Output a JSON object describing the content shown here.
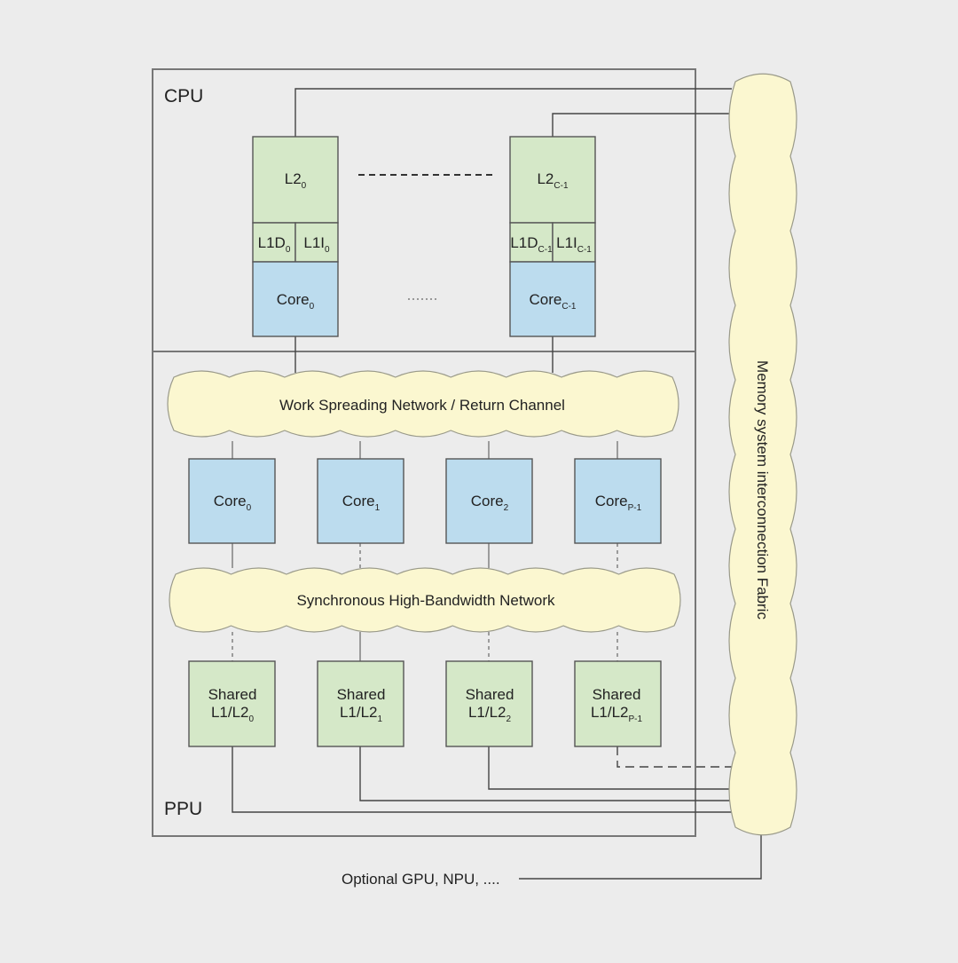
{
  "cpu": {
    "label": "CPU",
    "cores": [
      {
        "l2": {
          "base": "L2",
          "sub": "0"
        },
        "l1d": {
          "base": "L1D",
          "sub": "0"
        },
        "l1i": {
          "base": "L1I",
          "sub": "0"
        },
        "core": {
          "base": "Core",
          "sub": "0"
        }
      },
      {
        "l2": {
          "base": "L2",
          "sub": "C-1"
        },
        "l1d": {
          "base": "L1D",
          "sub": "C-1"
        },
        "l1i": {
          "base": "L1I",
          "sub": "C-1"
        },
        "core": {
          "base": "Core",
          "sub": "C-1"
        }
      }
    ],
    "l2_ellipsis": "------------",
    "core_ellipsis": "......"
  },
  "work_network": {
    "label": "Work Spreading Network / Return Channel"
  },
  "ppu": {
    "label": "PPU",
    "cores": [
      {
        "base": "Core",
        "sub": "0"
      },
      {
        "base": "Core",
        "sub": "1"
      },
      {
        "base": "Core",
        "sub": "2"
      },
      {
        "base": "Core",
        "sub": "P-1"
      }
    ],
    "shared": [
      {
        "line1": "Shared",
        "base": "L1/L2",
        "sub": "0"
      },
      {
        "line1": "Shared",
        "base": "L1/L2",
        "sub": "1"
      },
      {
        "line1": "Shared",
        "base": "L1/L2",
        "sub": "2"
      },
      {
        "line1": "Shared",
        "base": "L1/L2",
        "sub": "P-1"
      }
    ]
  },
  "sync_network": {
    "label": "Synchronous High-Bandwidth Network"
  },
  "fabric": {
    "label": "Memory system interconnection Fabric"
  },
  "optional": {
    "label": "Optional GPU, NPU, ...."
  },
  "colors": {
    "cache_green": "#d5e8c8",
    "core_blue": "#bcdcee",
    "network_yellow": "#fbf7d0",
    "border": "#555555",
    "background": "#ececec"
  }
}
